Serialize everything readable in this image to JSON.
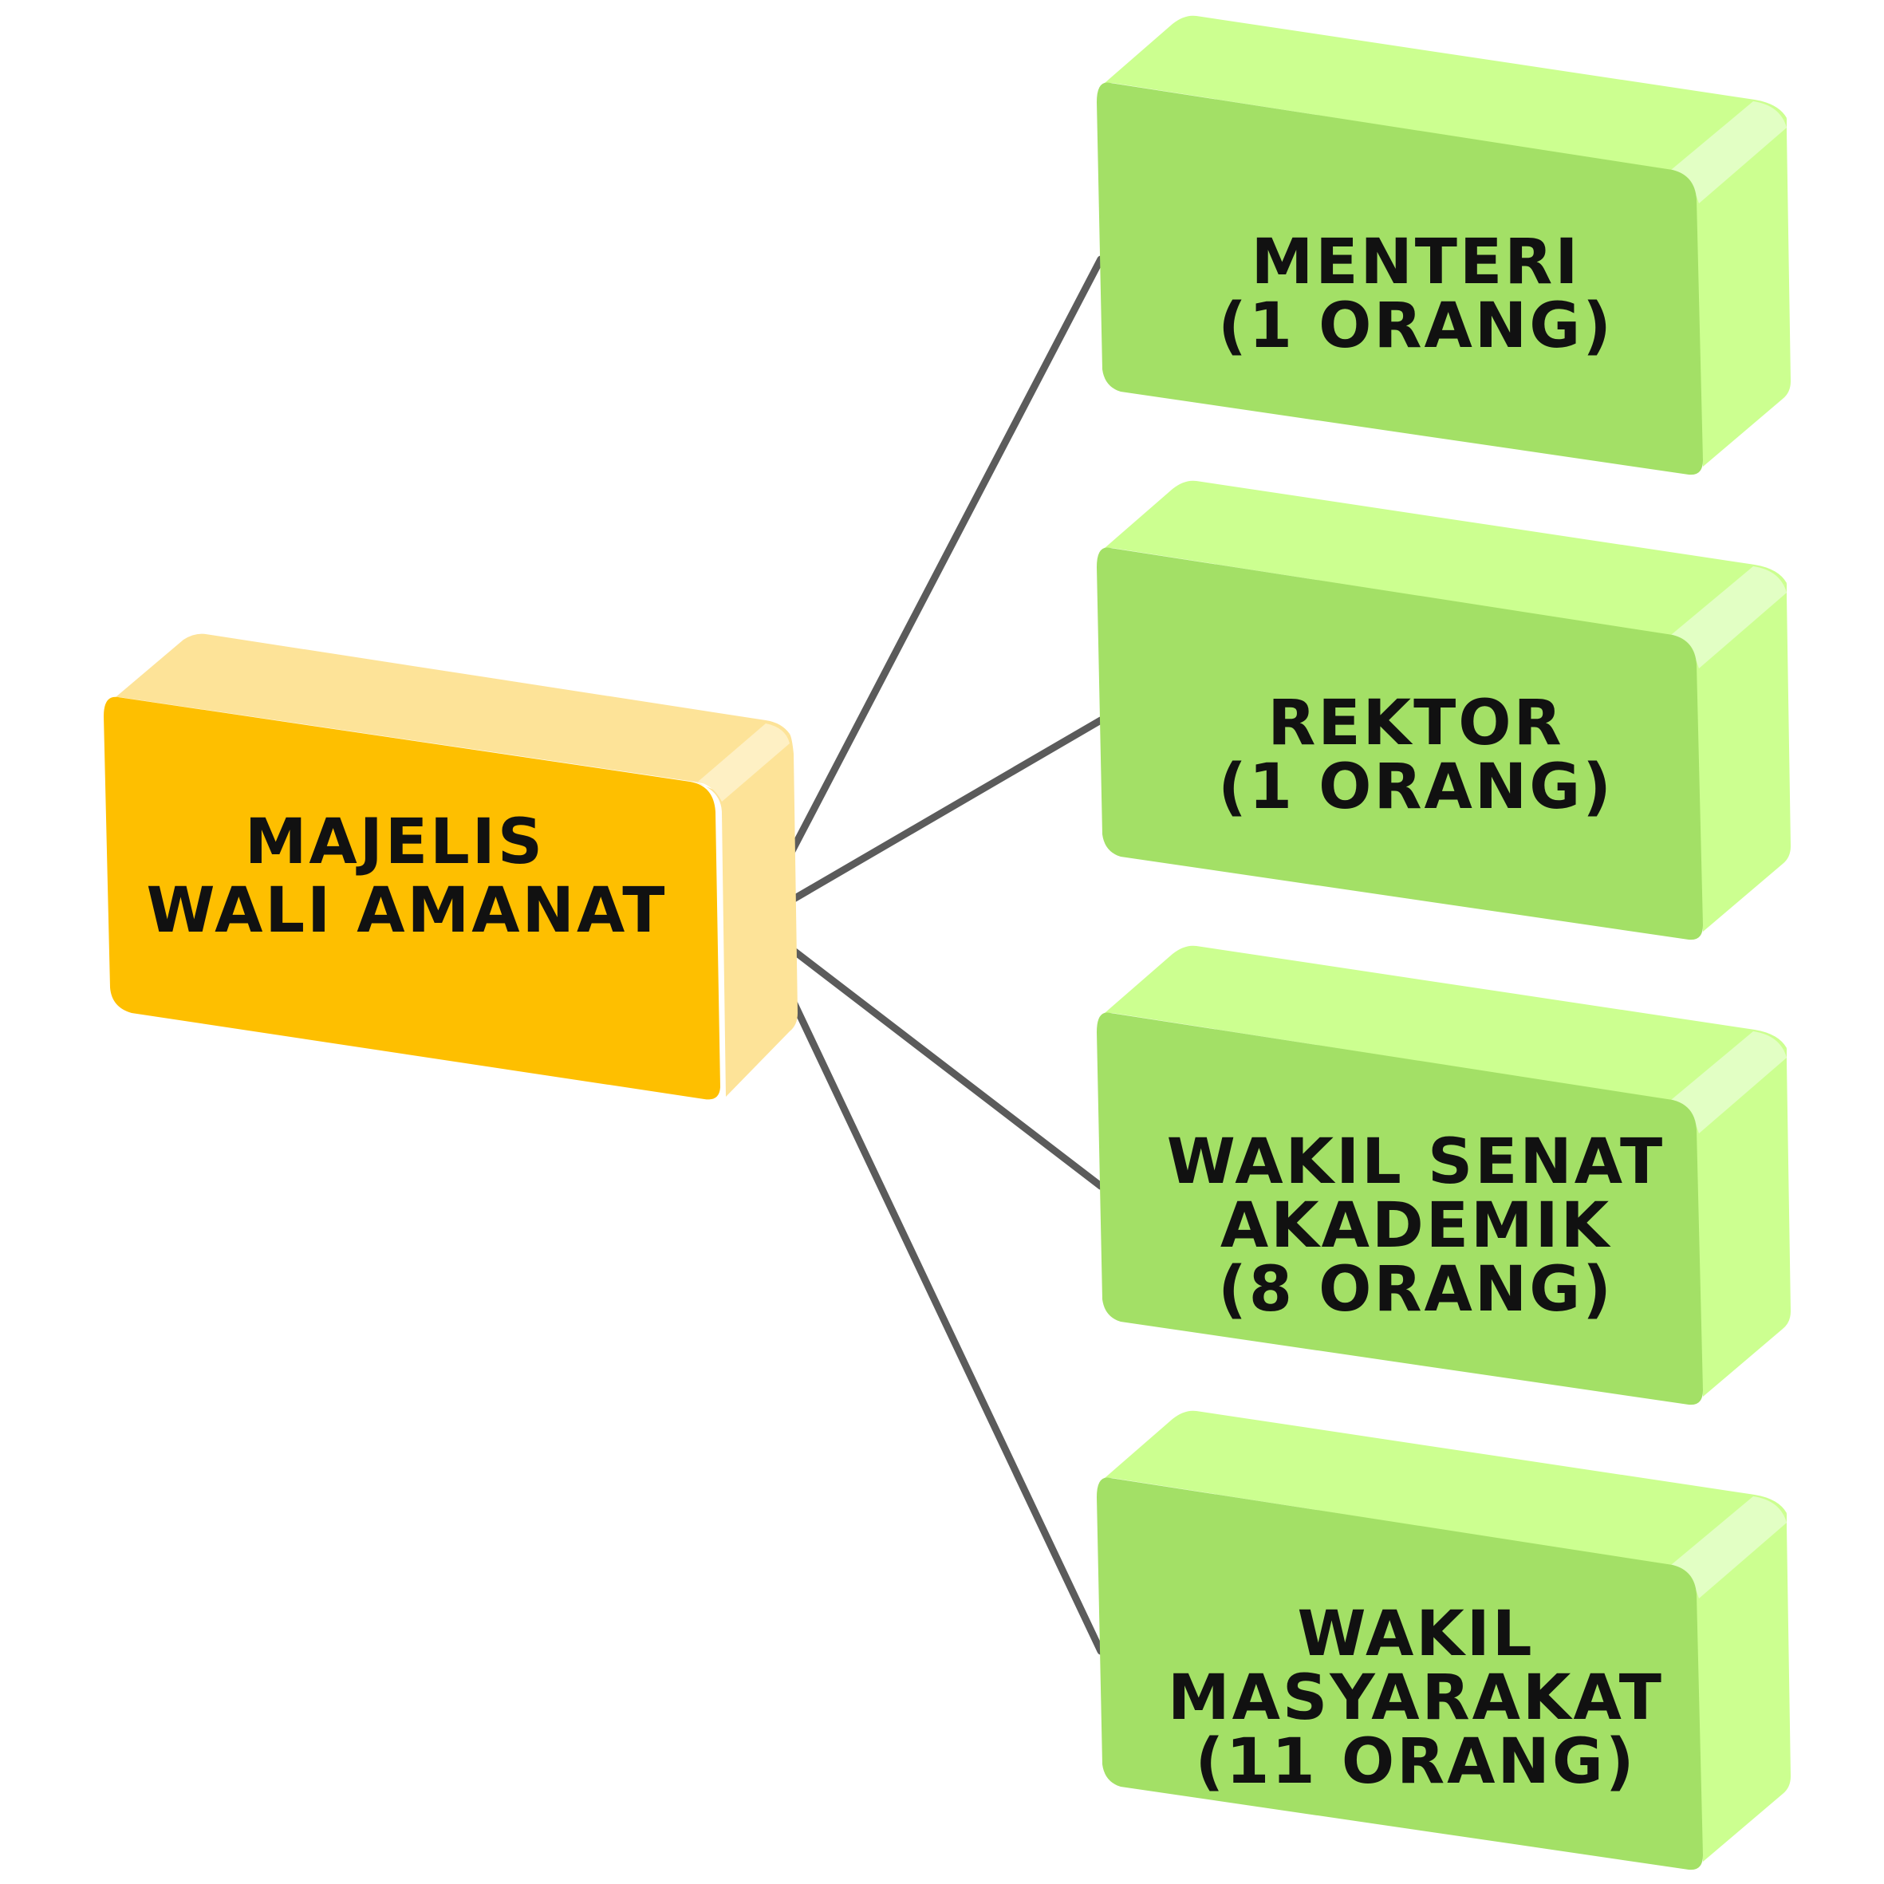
{
  "root": {
    "lines": [
      "MAJELIS",
      "WALI AMANAT"
    ],
    "colors": {
      "front": "#FEBF00",
      "top": "#FDE398",
      "side": "#FDE398",
      "edge": "#FEF0C4"
    }
  },
  "members": [
    {
      "lines": [
        "MENTERI",
        "(1 ORANG)"
      ]
    },
    {
      "lines": [
        "REKTOR",
        "(1 ORANG)"
      ]
    },
    {
      "lines": [
        "WAKIL SENAT",
        "AKADEMIK",
        "(8 ORANG)"
      ]
    },
    {
      "lines": [
        "WAKIL",
        "MASYARAKAT",
        "(11 ORANG)"
      ]
    }
  ],
  "member_colors": {
    "front": "#A3E066",
    "top": "#CCFF90",
    "side": "#CCFF90",
    "edge": "#E2FFC4"
  },
  "connector_color": "#5B5B5B"
}
